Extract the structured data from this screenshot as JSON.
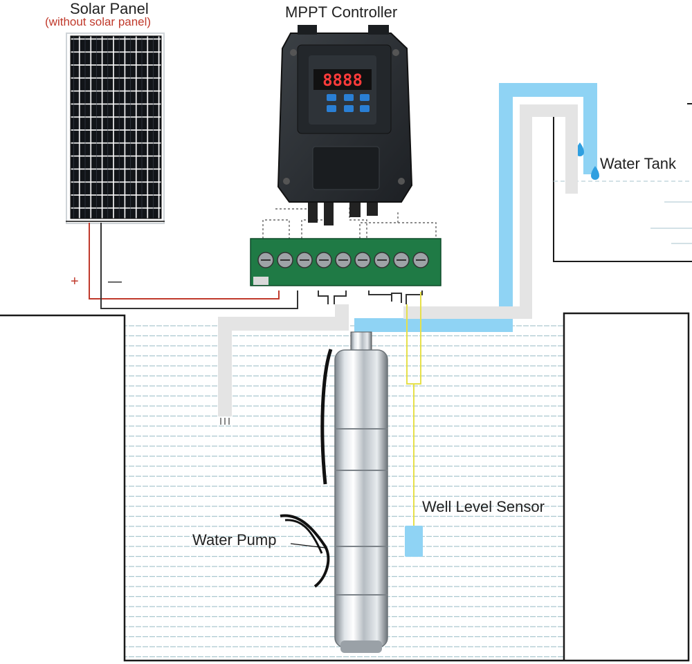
{
  "labels": {
    "solar_panel": "Solar Panel",
    "solar_panel_note": "(without solar panel)",
    "controller": "MPPT Controller",
    "water_tank": "Water Tank",
    "well_sensor": "Well Level Sensor",
    "water_pump": "Water Pump",
    "plus": "+",
    "minus": "—"
  },
  "controller_display": "8888",
  "colors": {
    "pipe": "#8fd3f4",
    "wire_positive": "#c0392b",
    "wire_sensor": "#e6e04a",
    "terminal_board": "#1f7a45",
    "controller_body": "#2b2f33",
    "display_digits": "#ff3b3b",
    "water_lines": "#a9c7cf"
  }
}
